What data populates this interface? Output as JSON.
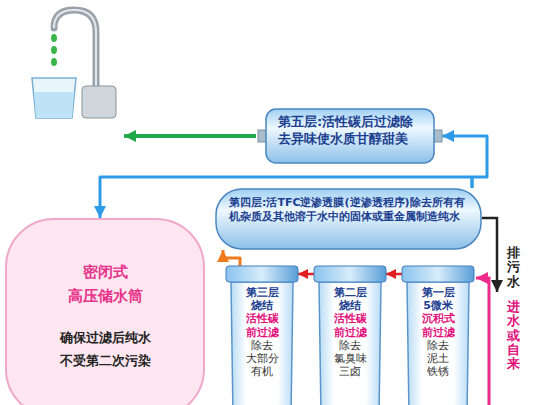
{
  "diagram": {
    "nodes": [
      {
        "text": [
          "第五层:活性碳后过滤除去异味使水质甘醇甜美"
        ]
      },
      {
        "text": [
          "第四层:活TFC逆渗透膜(逆渗透程序)除去所有有机杂质及其他溶于水中的固体或重金属制造纯水"
        ]
      },
      {
        "text": [
          "密闭式 高压储水筒",
          "确保过滤后纯水 不受第二次污染"
        ]
      },
      {
        "text": [
          "第三层",
          "烧结",
          "活性碳 前过滤",
          "除去 大部分 有机"
        ]
      },
      {
        "text": [
          "第二层",
          "烧结",
          "活性碳 前过滤",
          "除去 氯臭味 三卤"
        ]
      },
      {
        "text": [
          "第一层",
          "5微米",
          "沉积式 前过滤",
          "除去 泥土 铁锈"
        ]
      }
    ],
    "edges": [
      {
        "from": 1,
        "to": 0,
        "arrow": "to"
      },
      {
        "from": 1,
        "to": 2,
        "arrow": "to"
      },
      {
        "from": 5,
        "to": 4,
        "arrow": "to"
      },
      {
        "from": 4,
        "to": 3,
        "arrow": "to"
      },
      {
        "from": 3,
        "to": 1,
        "arrow": "to"
      }
    ],
    "labels": [
      "排污水",
      "进水或自来"
    ]
  }
}
